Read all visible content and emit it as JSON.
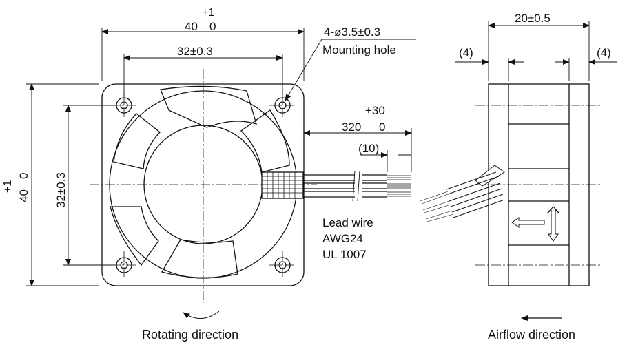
{
  "front_view": {
    "overall_width_nominal": "40",
    "overall_width_tol_upper": "+1",
    "overall_width_tol_lower": "0",
    "hole_pitch": "32±0.3",
    "mounting_hole_spec": "4-ø3.5±0.3",
    "mounting_hole_label": "Mounting hole",
    "overall_height_nominal": "40",
    "overall_height_tol_upper": "+1",
    "overall_height_tol_lower": "0",
    "hole_pitch_vertical": "32±0.3",
    "lead_length_nominal": "320",
    "lead_length_tol_upper": "+30",
    "lead_length_tol_lower": "0",
    "strip_length": "(10)",
    "lead_wire_lines": [
      "Lead wire",
      "AWG24",
      "UL 1007"
    ],
    "rotating_direction_label": "Rotating direction"
  },
  "side_view": {
    "depth": "20±0.5",
    "flange_left": "(4)",
    "flange_right": "(4)",
    "airflow_direction_label": "Airflow direction"
  }
}
